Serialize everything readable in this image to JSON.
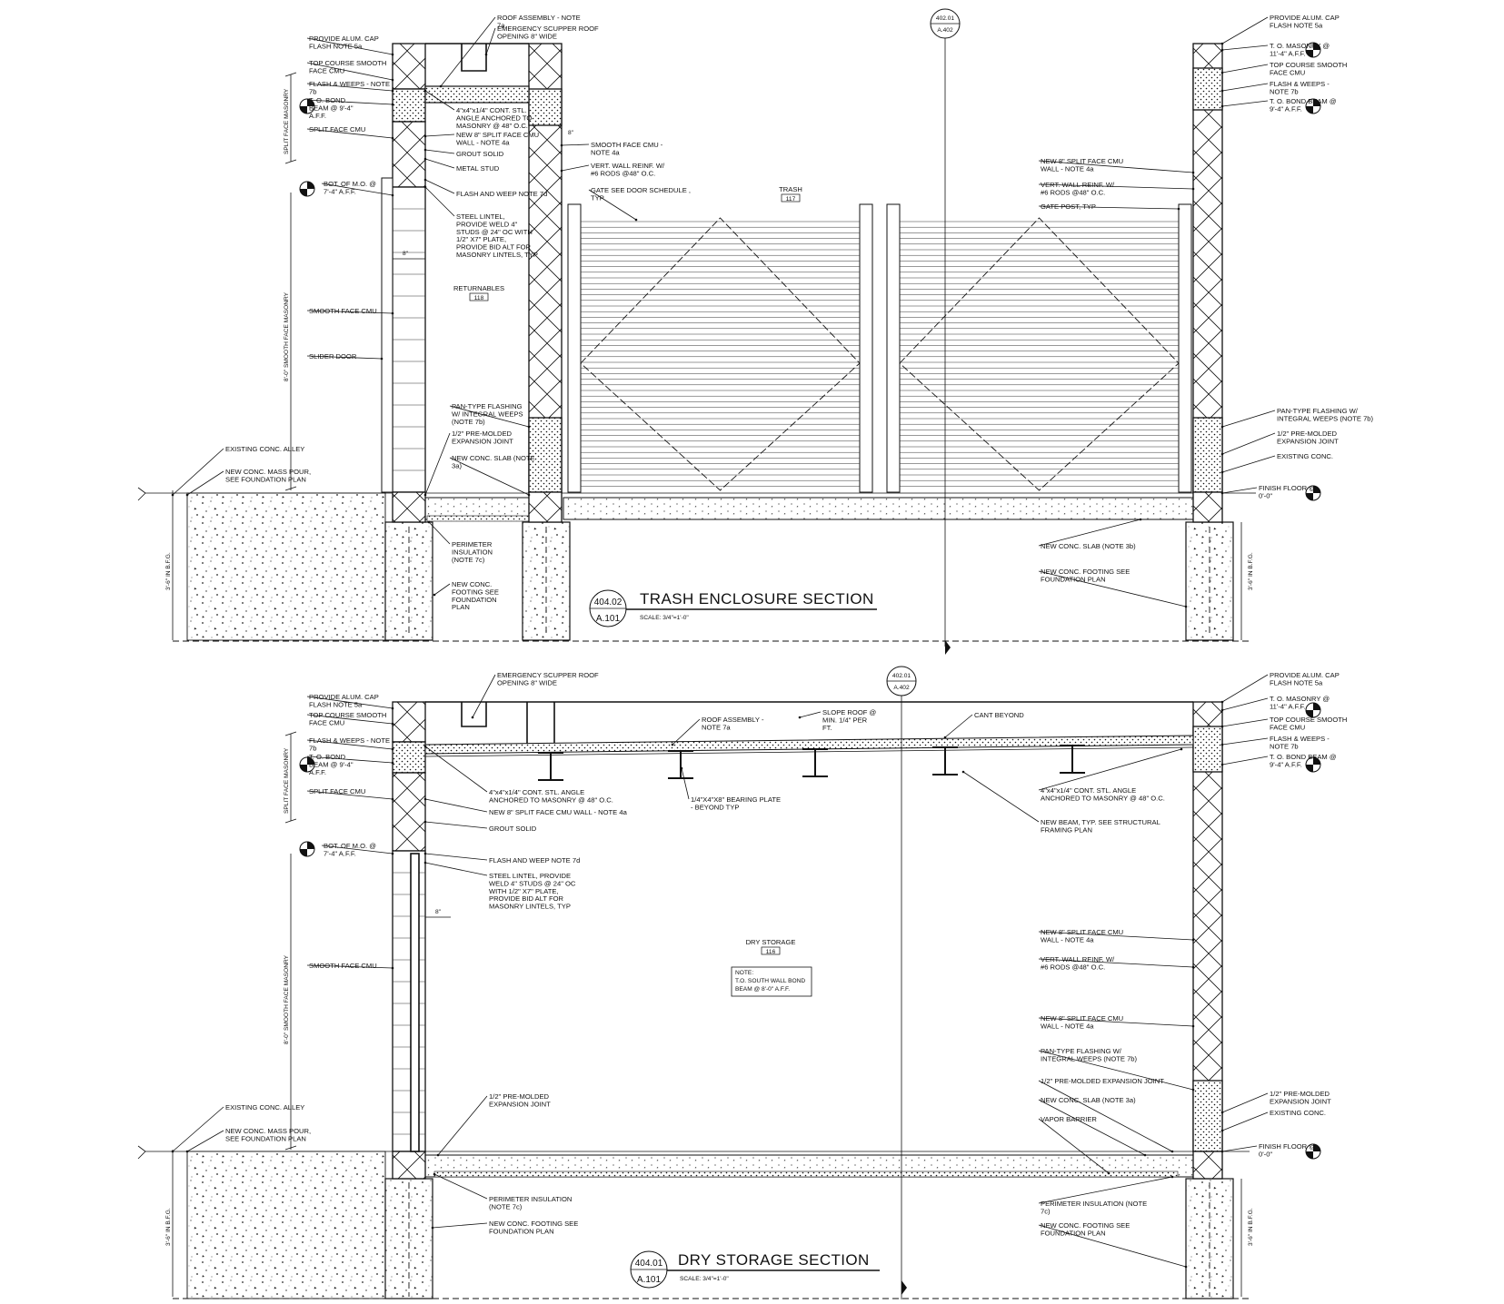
{
  "sections": [
    {
      "title": "TRASH ENCLOSURE SECTION",
      "tag_number": "404.02",
      "tag_sheet": "A.101",
      "scale": "SCALE: 3/4\"=1'-0\"",
      "ref_number": "402.01",
      "ref_sheet": "A.402",
      "room_name": "TRASH",
      "room_number": "117",
      "room2_name": "RETURNABLES",
      "room2_number": "118",
      "dim_left_top": "SPLIT FACE MASONRY",
      "dim_left_bottom": "8'-0\" SMOOTH FACE MASONRY",
      "dim_footing": "3'-6\" IN B.F.G.",
      "dim_8in": "8\"",
      "left_labels": [
        "PROVIDE ALUM. CAP FLASH NOTE 5a",
        "TOP COURSE SMOOTH FACE CMU",
        "FLASH & WEEPS - NOTE 7b",
        "T. O. BOND BEAM @ 9'-4\" A.F.F.",
        "SPLIT FACE CMU",
        "BOT. OF M.O. @ 7'-4\" A.F.F.",
        "SMOOTH FACE CMU",
        "SLIDER DOOR",
        "EXISTING CONC. ALLEY",
        "NEW CONC. MASS POUR, SEE FOUNDATION PLAN"
      ],
      "mid_labels": [
        "ROOF ASSEMBLY - NOTE 7a",
        "EMERGENCY SCUPPER ROOF OPENING 8\" WIDE",
        "4\"x4\"x1/4\" CONT. STL. ANGLE ANCHORED TO MASONRY @ 48\" O.C.",
        "NEW 8\" SPLIT FACE CMU WALL - NOTE 4a",
        "GROUT SOLID",
        "METAL STUD",
        "FLASH AND WEEP NOTE 7d",
        "STEEL LINTEL, PROVIDE WELD 4\" STUDS @ 24\" OC WITH 1/2\" X7\" PLATE, PROVIDE BID ALT FOR MASONRY LINTELS, TYP",
        "PAN-TYPE FLASHING W/ INTEGRAL WEEPS (NOTE 7b)",
        "1/2\" PRE-MOLDED EXPANSION JOINT",
        "NEW CONC. SLAB (NOTE 3a)",
        "PERIMETER INSULATION (NOTE 7c)",
        "NEW CONC. FOOTING SEE FOUNDATION PLAN",
        "SMOOTH FACE CMU - NOTE 4a",
        "VERT. WALL REINF. W/ #6 RODS @48\" O.C.",
        "GATE SEE DOOR SCHEDULE , TYP"
      ],
      "right_labels": [
        "PROVIDE ALUM. CAP FLASH NOTE 5a",
        "T. O. MASONRY @ 11'-4\" A.F.F.",
        "TOP COURSE SMOOTH FACE CMU",
        "FLASH & WEEPS - NOTE 7b",
        "T. O. BOND BEAM @ 9'-4\" A.F.F.",
        "NEW 8\" SPLIT FACE CMU WALL - NOTE 4a",
        "VERT. WALL REINF. W/ #6 RODS @48\" O.C.",
        "GATE POST, TYP",
        "PAN-TYPE FLASHING W/ INTEGRAL WEEPS (NOTE 7b)",
        "1/2\" PRE-MOLDED EXPANSION JOINT",
        "EXISTING CONC.",
        "FINISH FLOOR @ 0'-0\"",
        "NEW CONC. SLAB (NOTE 3b)",
        "NEW CONC. FOOTING SEE FOUNDATION PLAN"
      ]
    },
    {
      "title": "DRY STORAGE SECTION",
      "tag_number": "404.01",
      "tag_sheet": "A.101",
      "scale": "SCALE: 3/4\"=1'-0\"",
      "ref_number": "402.01",
      "ref_sheet": "A.402",
      "room_name": "DRY STORAGE",
      "room_number": "116",
      "note": "NOTE: T.O. SOUTH WALL BOND BEAM @ 8'-0\" A.F.F.",
      "dim_left_top": "SPLIT FACE MASONRY",
      "dim_left_bottom": "8'-0\" SMOOTH FACE MASONRY",
      "dim_footing": "3'-6\" IN B.F.G.",
      "dim_8in": "8\"",
      "left_labels": [
        "PROVIDE ALUM. CAP FLASH NOTE 5a",
        "TOP COURSE SMOOTH FACE CMU",
        "FLASH & WEEPS - NOTE 7b",
        "T. O. BOND BEAM @ 9'-4\" A.F.F.",
        "SPLIT FACE CMU",
        "BOT. OF M.O. @ 7'-4\" A.F.F.",
        "SMOOTH FACE CMU",
        "EXISTING CONC. ALLEY",
        "NEW CONC. MASS POUR, SEE FOUNDATION PLAN"
      ],
      "mid_labels": [
        "EMERGENCY SCUPPER ROOF OPENING 8\" WIDE",
        "ROOF ASSEMBLY - NOTE 7a",
        "SLOPE ROOF @ MIN. 1/4\" PER FT.",
        "CANT BEYOND",
        "4\"x4\"x1/4\" CONT. STL. ANGLE ANCHORED TO MASONRY @ 48\" O.C.",
        "NEW 8\" SPLIT FACE CMU WALL - NOTE 4a",
        "GROUT SOLID",
        "1/4\"X4\"X8\" BEARING PLATE - BEYOND TYP",
        "FLASH AND WEEP NOTE 7d",
        "STEEL LINTEL, PROVIDE WELD 4\" STUDS @ 24\" OC WITH 1/2\" X7\" PLATE, PROVIDE BID ALT FOR MASONRY LINTELS, TYP",
        "1/2\" PRE-MOLDED EXPANSION JOINT",
        "PERIMETER INSULATION (NOTE 7c)",
        "NEW CONC. FOOTING SEE FOUNDATION PLAN"
      ],
      "right_labels": [
        "PROVIDE ALUM. CAP FLASH NOTE 5a",
        "T. O. MASONRY @ 11'-4\" A.F.F.",
        "TOP COURSE SMOOTH FACE CMU",
        "FLASH & WEEPS - NOTE 7b",
        "T. O. BOND BEAM @ 9'-4\" A.F.F.",
        "4\"x4\"x1/4\" CONT. STL. ANGLE ANCHORED TO MASONRY @ 48\" O.C.",
        "NEW BEAM, TYP. SEE STRUCTURAL FRAMING PLAN",
        "NEW 8\" SPLIT FACE CMU WALL - NOTE 4a",
        "VERT. WALL REINF. W/ #6 RODS @48\" O.C.",
        "NEW 8\" SPLIT FACE CMU WALL - NOTE 4a",
        "PAN-TYPE FLASHING W/ INTEGRAL WEEPS (NOTE 7b)",
        "1/2\" PRE-MOLDED EXPANSION JOINT",
        "NEW CONC. SLAB (NOTE 3a)",
        "VAPOR BARRIER",
        "1/2\" PRE-MOLDED EXPANSION JOINT",
        "EXISTING CONC.",
        "FINISH FLOOR @ 0'-0\"",
        "PERIMETER INSULATION (NOTE 7c)",
        "NEW CONC. FOOTING SEE FOUNDATION PLAN"
      ]
    }
  ]
}
